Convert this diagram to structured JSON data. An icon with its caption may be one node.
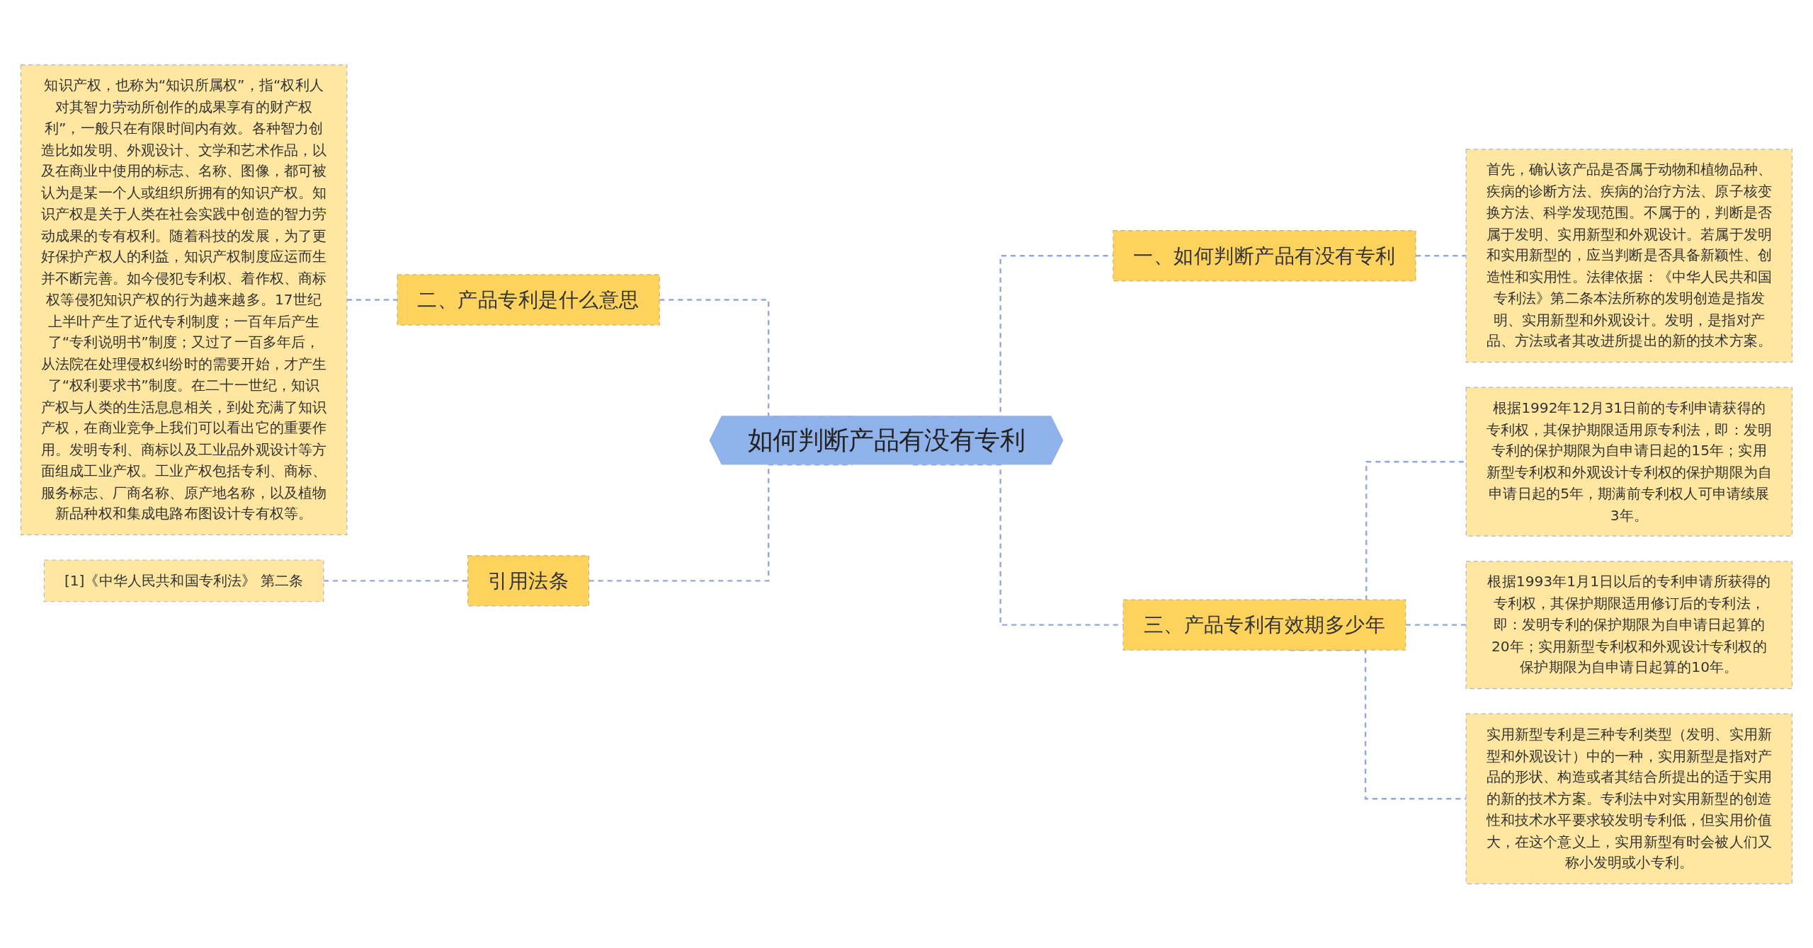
{
  "diagram": {
    "nodes": [
      {
        "text": [
          "如何判断产品有没有专利"
        ]
      },
      {
        "text": [
          "二、产品专利是什么意思"
        ]
      },
      {
        "text": [
          "知识产权，也称为“知识所属权”，指“权利人对其智力劳动所创作的成果享有的财产权利”，一般只在有限时间内有效。各种智力创造比如发明、外观设计、文学和艺术作品，以及在商业中使用的标志、名称、图像，都可被认为是某一个人或组织所拥有的知识产权。知识产权是关于人类在社会实践中创造的智力劳动成果的专有权利。随着科技的发展，为了更好保护产权人的利益，知识产权制度应运而生并不断完善。如今侵犯专利权、着作权、商标权等侵犯知识产权的行为越来越多。17世纪上半叶产生了近代专利制度；一百年后产生了“专利说明书”制度；又过了一百多年后，从法院在处理侵权纠纷时的需要开始，才产生了“权利要求书”制度。在二十一世纪，知识产权与人类的生活息息相关，到处充满了知识产权，在商业竞争上我们可以看出它的重要作用。发明专利、商标以及工业品外观设计等方面组成工业产权。工业产权包括专利、商标、服务标志、厂商名称、原产地名称，以及植物新品种权和集成电路布图设计专有权等。"
        ]
      },
      {
        "text": [
          "引用法条"
        ]
      },
      {
        "text": [
          "[1]《中华人民共和国专利法》 第二条"
        ]
      },
      {
        "text": [
          "一、如何判断产品有没有专利"
        ]
      },
      {
        "text": [
          "首先，确认该产品是否属于动物和植物品种、疾病的诊断方法、疾病的治疗方法、原子核变换方法、科学发现范围。不属于的，判断是否属于发明、实用新型和外观设计。若属于发明和实用新型的，应当判断是否具备新颖性、创造性和实用性。法律依据：《中华人民共和国专利法》第二条本法所称的发明创造是指发明、实用新型和外观设计。发明，是指对产品、方法或者其改进所提出的新的技术方案。"
        ]
      },
      {
        "text": [
          "三、产品专利有效期多少年"
        ]
      },
      {
        "text": [
          "根据1992年12月31日前的专利申请获得的专利权，其保护期限适用原专利法，即：发明专利的保护期限为自申请日起的15年；实用新型专利权和外观设计专利权的保护期限为自申请日起的5年，期满前专利权人可申请续展3年。"
        ]
      },
      {
        "text": [
          "根据1993年1月1日以后的专利申请所获得的专利权，其保护期限适用修订后的专利法，即：发明专利的保护期限为自申请日起算的20年；实用新型专利权和外观设计专利权的保护期限为自申请日起算的10年。"
        ]
      },
      {
        "text": [
          "实用新型专利是三种专利类型（发明、实用新型和外观设计）中的一种，实用新型是指对产品的形状、构造或者其结合所提出的适于实用的新的技术方案。专利法中对实用新型的创造性和技术水平要求较发明专利低，但实用价值大，在这个意义上，实用新型有时会被人们又称小发明或小专利。"
        ]
      }
    ],
    "edges": [
      {
        "from": 2,
        "to": 1,
        "arrow": "none",
        "style": "dashed"
      },
      {
        "from": 1,
        "to": 0,
        "arrow": "none",
        "style": "dashed"
      },
      {
        "from": 4,
        "to": 3,
        "arrow": "none",
        "style": "dashed"
      },
      {
        "from": 3,
        "to": 0,
        "arrow": "none",
        "style": "dashed"
      },
      {
        "from": 0,
        "to": 5,
        "arrow": "none",
        "style": "dashed"
      },
      {
        "from": 5,
        "to": 6,
        "arrow": "none",
        "style": "dashed"
      },
      {
        "from": 0,
        "to": 7,
        "arrow": "none",
        "style": "dashed"
      },
      {
        "from": 7,
        "to": 8,
        "arrow": "none",
        "style": "dashed"
      },
      {
        "from": 7,
        "to": 9,
        "arrow": "none",
        "style": "dashed"
      },
      {
        "from": 7,
        "to": 10,
        "arrow": "none",
        "style": "dashed"
      }
    ]
  }
}
